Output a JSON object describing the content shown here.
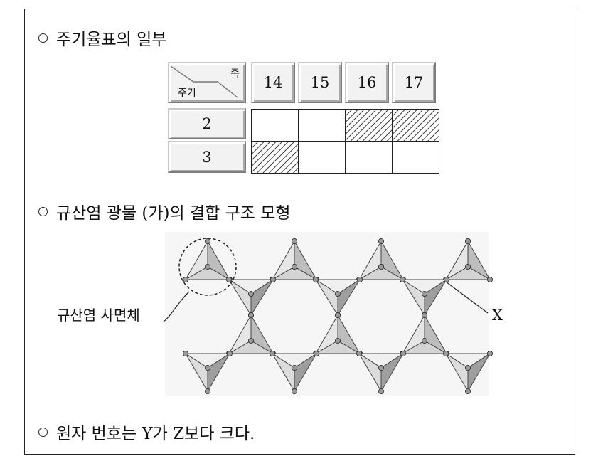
{
  "items": {
    "periodic_title": "주기율표의 일부",
    "structure_title": "규산염 광물 (가)의 결합 구조 모형",
    "statement": "원자 번호는 Y가 Z보다 크다."
  },
  "periodic_table": {
    "corner_group_label": "족",
    "corner_period_label": "주기",
    "groups": [
      "14",
      "15",
      "16",
      "17"
    ],
    "periods": [
      "2",
      "3"
    ],
    "hatched_cells": [
      [
        0,
        2
      ],
      [
        0,
        3
      ],
      [
        1,
        0
      ]
    ]
  },
  "diagram": {
    "tetrahedron_label": "규산염 사면체",
    "x_label": "X"
  }
}
